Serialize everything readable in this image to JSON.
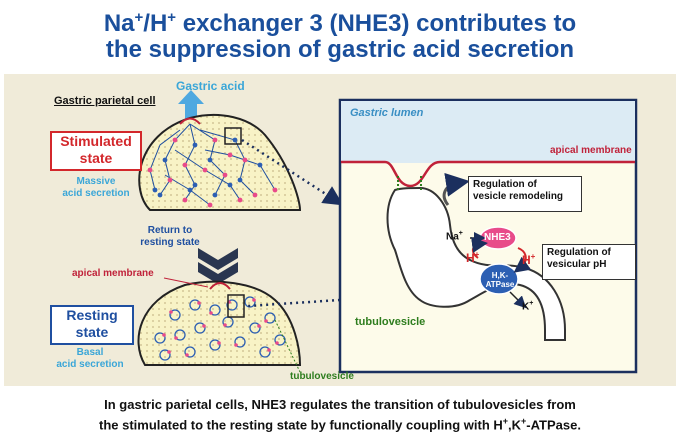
{
  "title": {
    "line1_a": "Na",
    "line1_sup1": "+",
    "line1_b": "/H",
    "line1_sup2": "+",
    "line1_c": " exchanger 3 (NHE3) contributes to",
    "line2": "the suppression of gastric acid secretion"
  },
  "left": {
    "cell_label": "Gastric parietal cell",
    "gastric_acid": "Gastric acid",
    "stimulated_line1": "Stimulated",
    "stimulated_line2": "state",
    "massive_line1": "Massive",
    "massive_line2": "acid secretion",
    "return_line1": "Return to",
    "return_line2": "resting state",
    "apical_membrane": "apical membrane",
    "resting_line1": "Resting",
    "resting_line2": "state",
    "basal_line1": "Basal",
    "basal_line2": "acid secretion",
    "tubulovesicle": "tubulovesicle"
  },
  "right": {
    "lumen": "Gastric lumen",
    "apical_membrane": "apical membrane",
    "reg_remodel_line1": "Regulation of",
    "reg_remodel_line2": "vesicle remodeling",
    "reg_ph_line1": "Regulation of",
    "reg_ph_line2": "vesicular pH",
    "na": "Na",
    "na_sup": "+",
    "h1": "H",
    "h1_sup": "+",
    "h2": "H",
    "h2_sup": "+",
    "k": "K",
    "k_sup": "+",
    "nhe3": "NHE3",
    "atpase_line1": "H,K-",
    "atpase_line2": "ATPase",
    "tubulovesicle": "tubulovesicle"
  },
  "caption": {
    "line1": "In gastric parietal cells, NHE3 regulates the transition of tubulovesicles from",
    "line2_a": "the stimulated to the resting state by functionally coupling with H",
    "line2_sup1": "+",
    "line2_b": ",K",
    "line2_sup2": "+",
    "line2_c": "-ATPase."
  },
  "colors": {
    "title": "#1a4f9c",
    "stimulated": "#d3272b",
    "resting": "#1f4fa0",
    "secretion_text": "#3aa6d8",
    "nhe3": "#e84b8a",
    "atpase": "#2c5fb3",
    "membrane": "#c0223a",
    "tubulovesicle_text": "#2e7d1e"
  }
}
